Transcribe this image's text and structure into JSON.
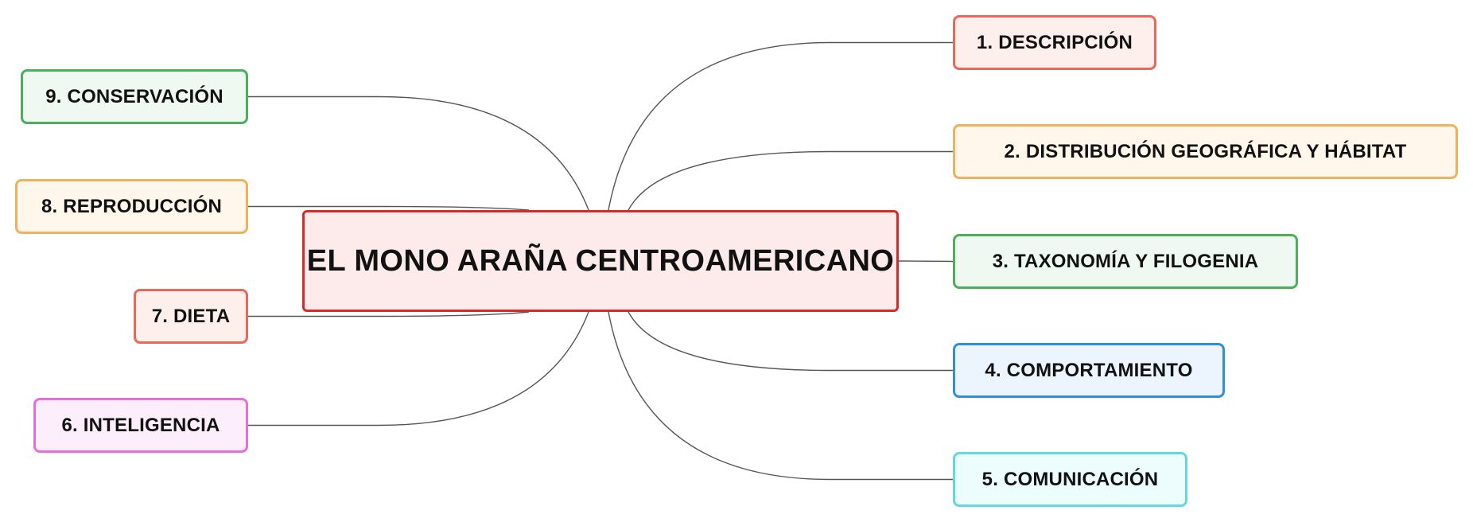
{
  "diagram": {
    "type": "mind-map",
    "root": {
      "id": "root",
      "label": "EL MONO ARAÑA CENTROAMERICANO",
      "border": "#d42a2a",
      "fill": "#fdeaea"
    },
    "branches": [
      {
        "id": "n1",
        "label": "1. DESCRIPCIÓN",
        "side": "right",
        "border": "#e8695a",
        "fill": "#fdf0ec"
      },
      {
        "id": "n2",
        "label": "2. DISTRIBUCIÓN GEOGRÁFICA Y HÁBITAT",
        "side": "right",
        "border": "#f0b15c",
        "fill": "#fff6ec"
      },
      {
        "id": "n3",
        "label": "3. TAXONOMÍA Y FILOGENIA",
        "side": "right",
        "border": "#4caf5c",
        "fill": "#eff9f1"
      },
      {
        "id": "n4",
        "label": "4. COMPORTAMIENTO",
        "side": "right",
        "border": "#2f8fdc",
        "fill": "#ecf5fd"
      },
      {
        "id": "n5",
        "label": "5. COMUNICACIÓN",
        "side": "right",
        "border": "#62d9dc",
        "fill": "#edfcfc"
      },
      {
        "id": "n6",
        "label": "6. INTELIGENCIA",
        "side": "left",
        "border": "#e56ed8",
        "fill": "#fdeefc"
      },
      {
        "id": "n7",
        "label": "7. DIETA",
        "side": "left",
        "border": "#e8695a",
        "fill": "#fdf0ec"
      },
      {
        "id": "n8",
        "label": "8. REPRODUCCIÓN",
        "side": "left",
        "border": "#f0b15c",
        "fill": "#fff6ec"
      },
      {
        "id": "n9",
        "label": "9. CONSERVACIÓN",
        "side": "left",
        "border": "#4caf5c",
        "fill": "#eff9f1"
      }
    ],
    "connector_color": "#555555"
  }
}
